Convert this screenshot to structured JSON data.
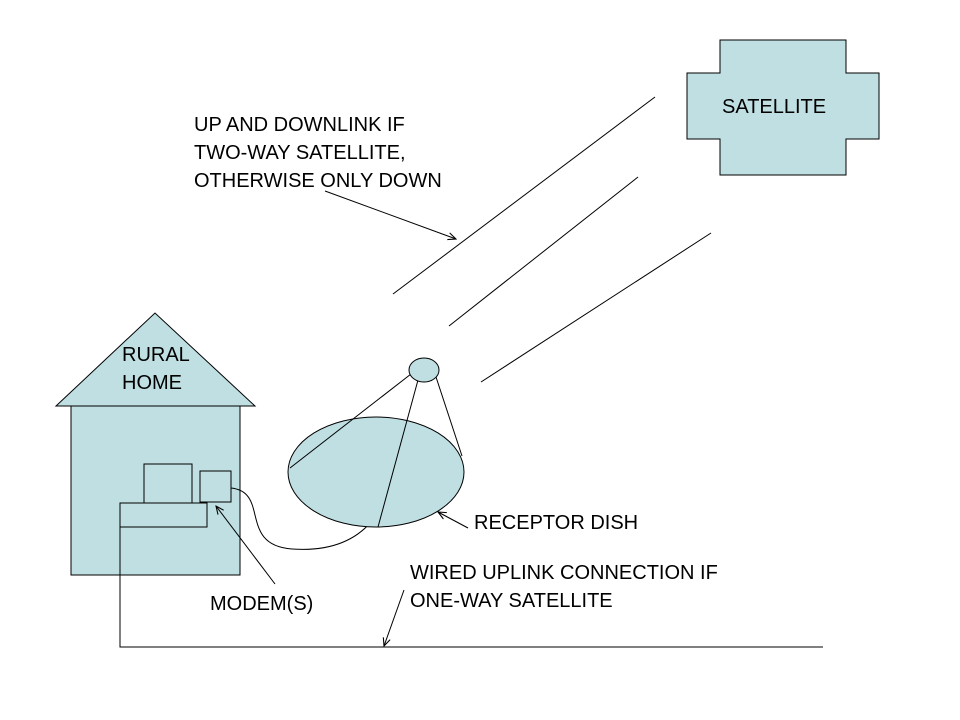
{
  "colors": {
    "fill": "#bfdfe2",
    "stroke": "#000000",
    "background": "#ffffff"
  },
  "labels": {
    "satellite": "SATELLITE",
    "link_line1": "UP AND DOWNLINK IF",
    "link_line2": "TWO-WAY SATELLITE,",
    "link_line3": "OTHERWISE ONLY DOWN",
    "home_line1": "RURAL",
    "home_line2": "HOME",
    "dish": "RECEPTOR DISH",
    "wired_line1": "WIRED UPLINK CONNECTION IF",
    "wired_line2": "ONE-WAY SATELLITE",
    "modem": "MODEM(S)"
  }
}
